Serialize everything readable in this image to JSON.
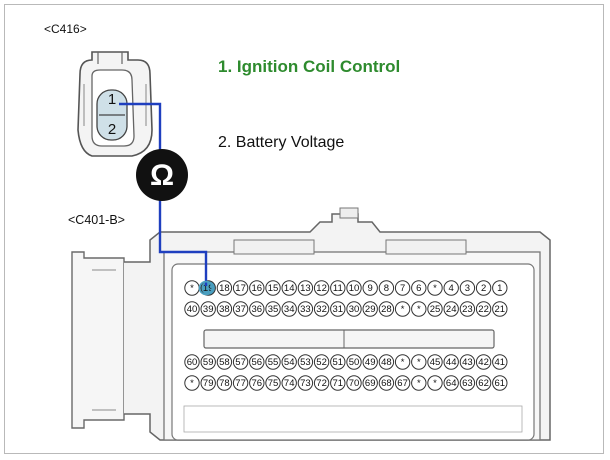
{
  "connectors": {
    "c416": {
      "label": "<C416>",
      "pins": [
        "1",
        "2"
      ]
    },
    "c401b": {
      "label": "<C401-B>"
    }
  },
  "legend": [
    {
      "text": "1. Ignition Coil Control",
      "color": "#2e8b2e"
    },
    {
      "text": "2. Battery Voltage",
      "color": "#111111"
    }
  ],
  "meter": {
    "symbol": "Ω",
    "icon": "ohmmeter-icon"
  },
  "colors": {
    "wire": "#1f3fbf",
    "pin_fill": "#dbe7ef",
    "highlight_pin": "#4a9fc0"
  },
  "pin_rows": [
    [
      "*",
      "19",
      "18",
      "17",
      "16",
      "15",
      "14",
      "13",
      "12",
      "11",
      "10",
      "9",
      "8",
      "7",
      "6",
      "*",
      "4",
      "3",
      "2",
      "1"
    ],
    [
      "40",
      "39",
      "38",
      "37",
      "36",
      "35",
      "34",
      "33",
      "32",
      "31",
      "30",
      "29",
      "28",
      "*",
      "*",
      "25",
      "24",
      "23",
      "22",
      "21"
    ],
    [
      "60",
      "59",
      "58",
      "57",
      "56",
      "55",
      "54",
      "53",
      "52",
      "51",
      "50",
      "49",
      "48",
      "*",
      "*",
      "45",
      "44",
      "43",
      "42",
      "41"
    ],
    [
      "*",
      "79",
      "78",
      "77",
      "76",
      "75",
      "74",
      "73",
      "72",
      "71",
      "70",
      "69",
      "68",
      "67",
      "*",
      "*",
      "64",
      "63",
      "62",
      "61"
    ]
  ],
  "probe_pin": "19"
}
